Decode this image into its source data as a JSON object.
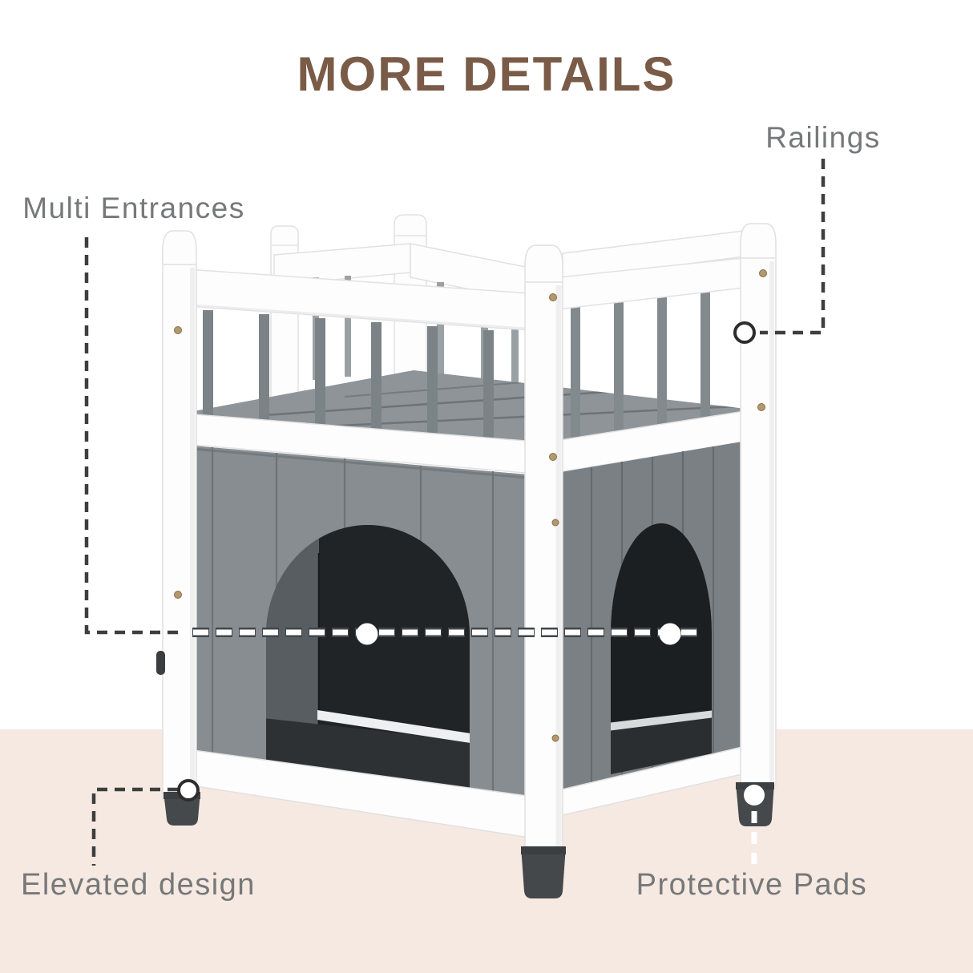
{
  "title": {
    "text": "MORE DETAILS"
  },
  "callouts": {
    "railings": {
      "label": "Railings"
    },
    "multi_entrances": {
      "label": "Multi Entrances"
    },
    "elevated_design": {
      "label": "Elevated design"
    },
    "protective_pads": {
      "label": "Protective Pads"
    }
  },
  "colors": {
    "background": "#ffffff",
    "floor_band": "#f6e9e1",
    "title_text": "#7a5b47",
    "label_text": "#76787a",
    "callout_line": "#3e3e3e",
    "house_white": "#fdfdfd",
    "wall_front": "#878d90",
    "wall_side": "#7a8084",
    "balcony_floor": "#8e9498",
    "balusters": "#7c8387",
    "door_interior": "#212427",
    "foot_pads": "#45494c"
  }
}
